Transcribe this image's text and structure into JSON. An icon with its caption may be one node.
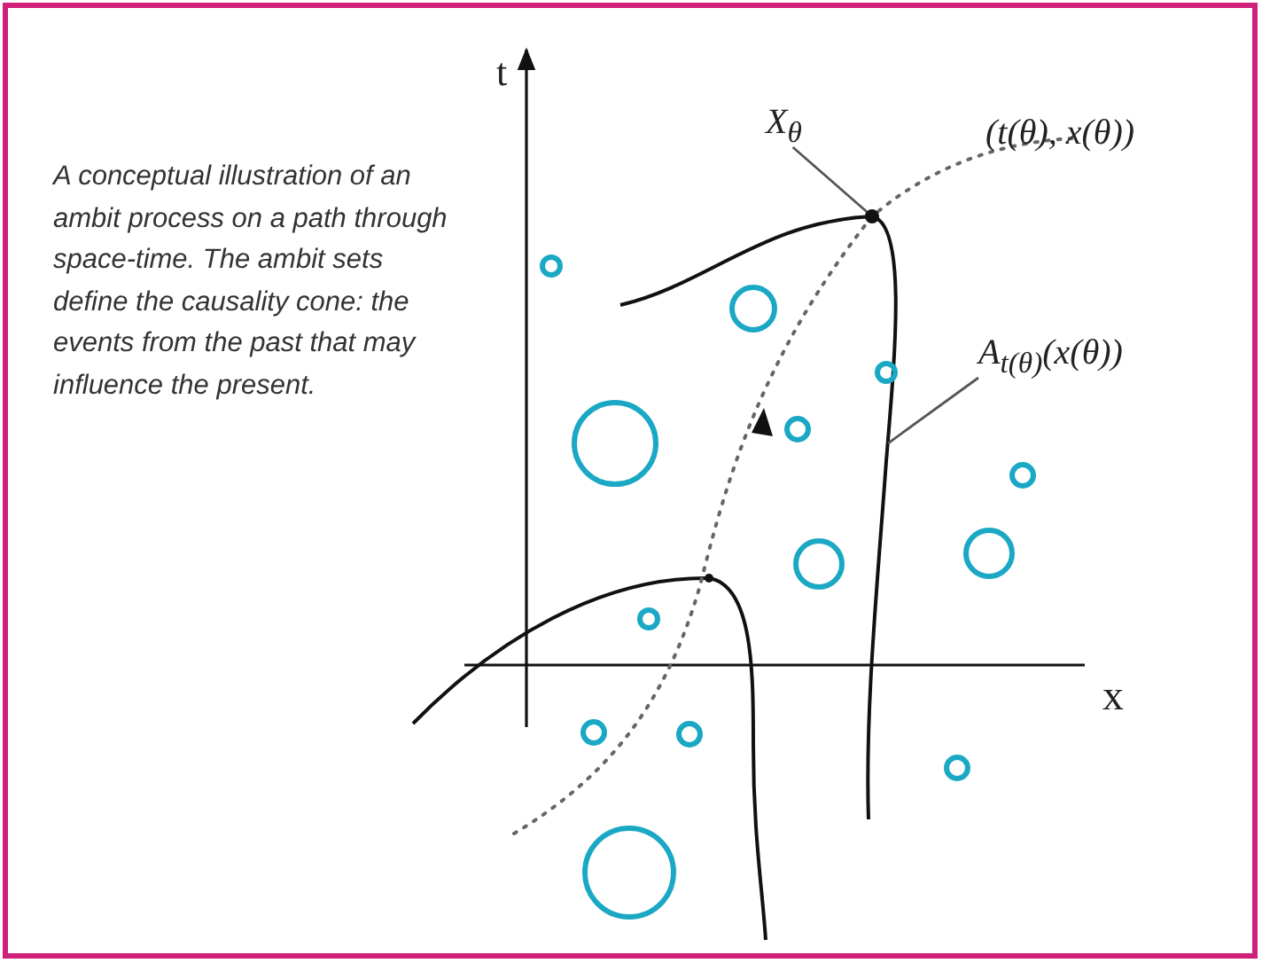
{
  "diagram": {
    "caption": "A conceptual illustration of an ambit process on a path through space-time. The ambit sets define the causality cone: the events from the past that may influence the present.",
    "nodes": [
      {
        "text": [
          "X$_{θ}$"
        ]
      },
      {
        "text": [],
        "shape": "circle"
      },
      {
        "text": [
          "A$_{t(θ)}$(x(θ))"
        ]
      },
      {
        "text": [],
        "shape": "curve"
      }
    ],
    "edges": [
      {
        "from": 0,
        "to": 1,
        "arrow": "none"
      },
      {
        "from": 2,
        "to": 3,
        "arrow": "none"
      }
    ],
    "labels": [
      "t",
      "x",
      "(t(θ), x(θ))"
    ]
  }
}
